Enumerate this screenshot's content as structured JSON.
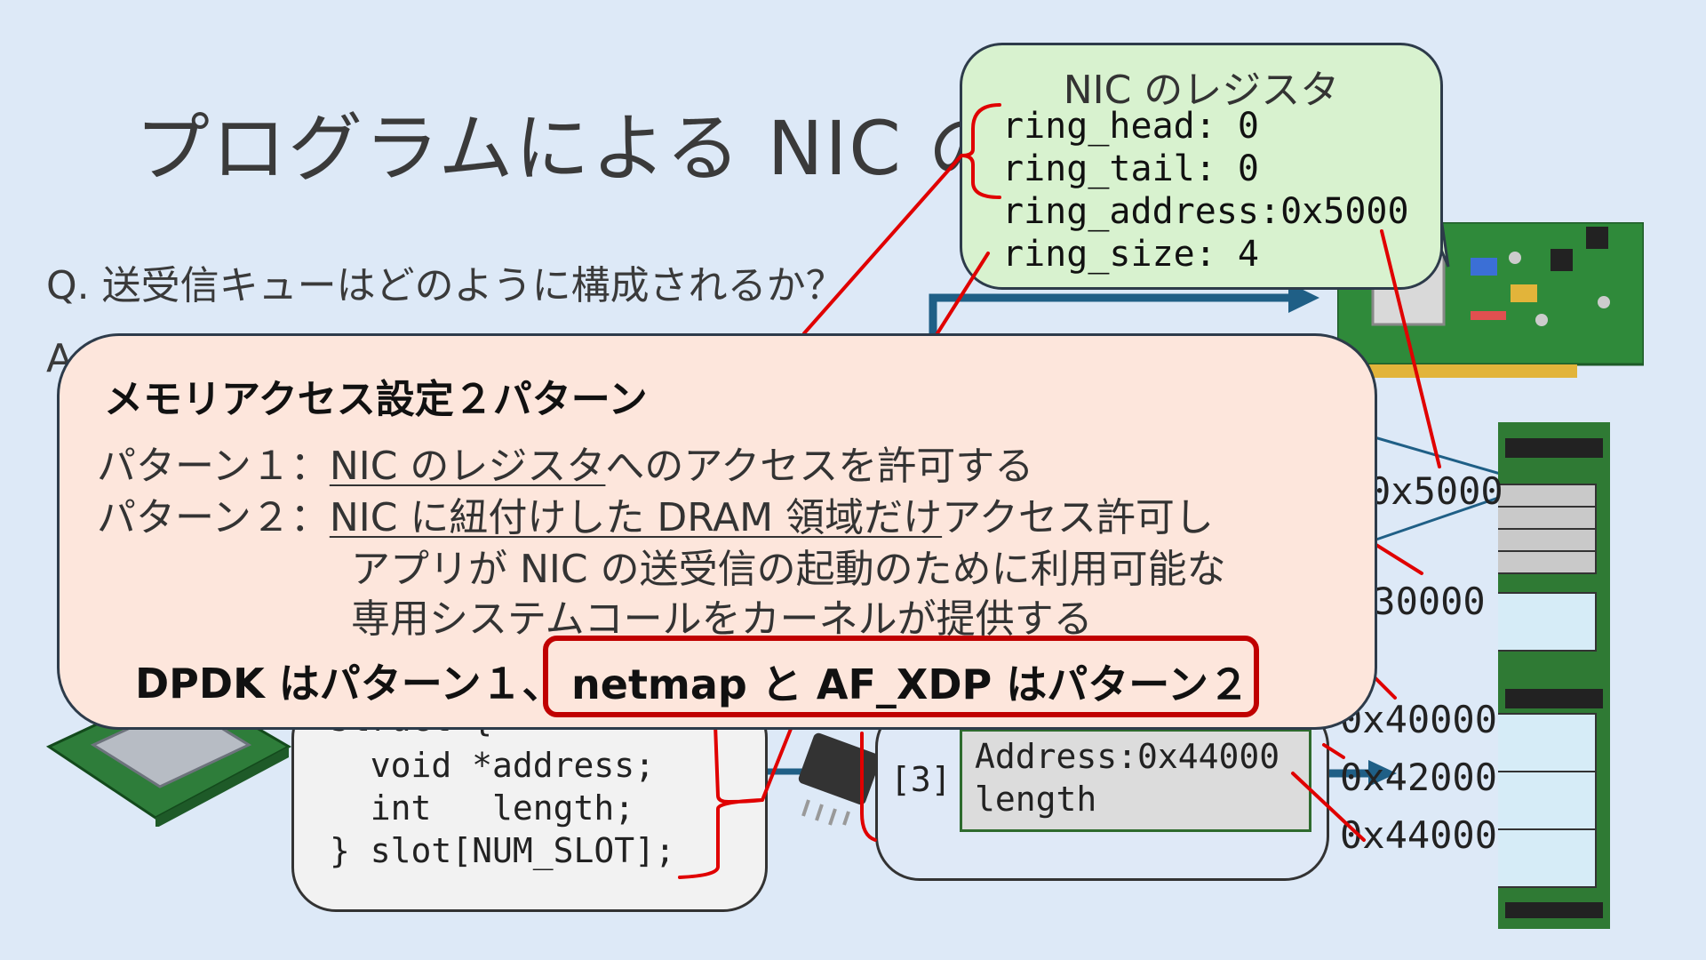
{
  "slide": {
    "title": "プログラムによる NIC の",
    "question": "Q. 送受信キューはどのように構成されるか？",
    "answer_prefix": "A"
  },
  "code": {
    "lines": [
      "struct {",
      "  void *address;",
      "  int   length;",
      "} slot[NUM_SLOT];"
    ]
  },
  "ring": {
    "slot_label": "[3]",
    "slot_address": "Address:0x44000",
    "slot_length": "length"
  },
  "memory": {
    "addresses": [
      "0x5000",
      "x30000",
      "0x40000",
      "0x42000",
      "0x44000"
    ]
  },
  "register_bubble": {
    "title": "NIC のレジスタ",
    "lines": [
      "ring_head: 0",
      "ring_tail: 0",
      "ring_address:0x5000",
      "ring_size: 4"
    ]
  },
  "popup": {
    "heading": "メモリアクセス設定２パターン",
    "pattern1_label": "パターン１：",
    "pattern1_underlined": "NIC のレジスタ",
    "pattern1_rest": "へのアクセスを許可する",
    "pattern2_label": "パターン２：",
    "pattern2_underlined": "NIC に紐付けした DRAM 領域だけ",
    "pattern2_rest": "アクセス許可し",
    "pattern2_line2": "アプリが NIC の送受信の起動のために利用可能な",
    "pattern2_line3": "専用システムコールをカーネルが提供する",
    "summary_1": "DPDK はパターン１、",
    "summary_2": "netmap と AF_XDP はパターン２"
  },
  "colors": {
    "background": "#dde9f7",
    "accent_red": "#e00000",
    "highlight_border": "#c00000",
    "arrow_blue": "#1f5f86",
    "popup_fill": "#fde6dc",
    "bubble_fill": "#d8f2cf"
  }
}
